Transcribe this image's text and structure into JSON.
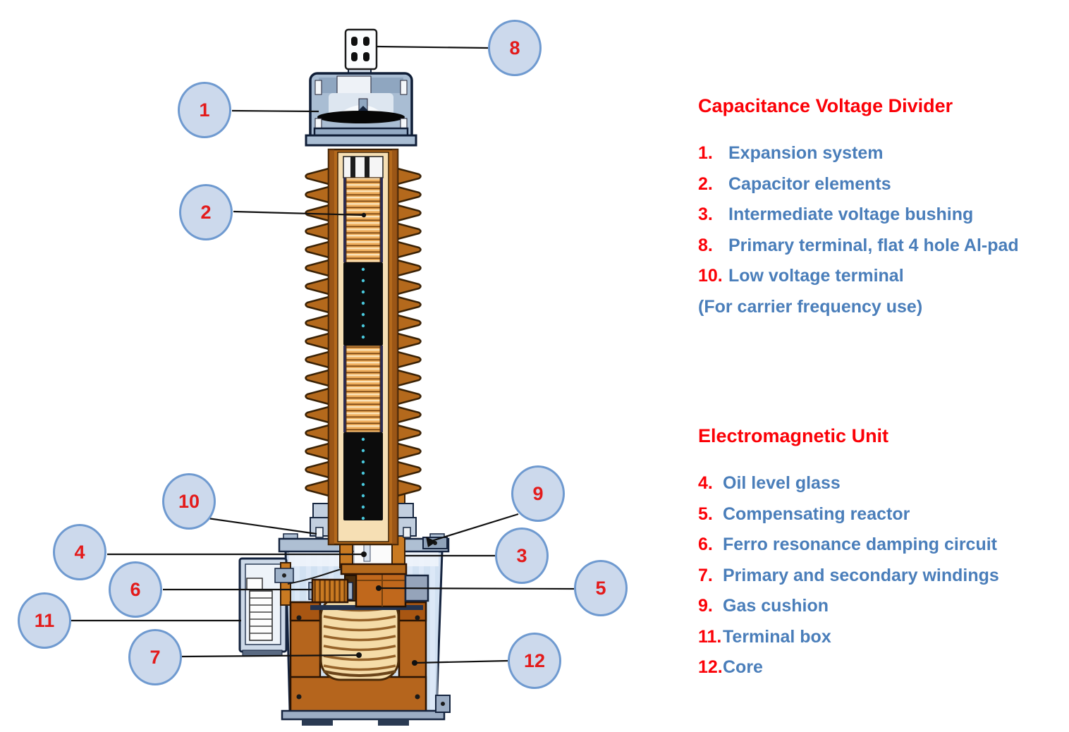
{
  "callouts": {
    "c1": "1",
    "c2": "2",
    "c3": "3",
    "c4": "4",
    "c5": "5",
    "c6": "6",
    "c7": "7",
    "c8": "8",
    "c9": "9",
    "c10": "10",
    "c11": "11",
    "c12": "12"
  },
  "legend": {
    "sections": [
      {
        "title": "Capacitance Voltage Divider",
        "items": [
          {
            "num": "1.",
            "text": "Expansion system"
          },
          {
            "num": "2.",
            "text": "Capacitor elements"
          },
          {
            "num": "3.",
            "text": "Intermediate voltage bushing"
          },
          {
            "num": "8.",
            "text": "Primary terminal, flat 4 hole Al-pad"
          },
          {
            "num": "10.",
            "text": "Low voltage terminal"
          }
        ],
        "note": "(For carrier frequency use)"
      },
      {
        "title": "Electromagnetic Unit",
        "items": [
          {
            "num": "4.",
            "text": "Oil level glass"
          },
          {
            "num": "5.",
            "text": "Compensating reactor"
          },
          {
            "num": "6.",
            "text": "Ferro resonance damping circuit"
          },
          {
            "num": "7.",
            "text": "Primary and secondary windings"
          },
          {
            "num": "9.",
            "text": "Gas cushion"
          },
          {
            "num": "11.",
            "text": "Terminal box"
          },
          {
            "num": "12.",
            "text": "Core"
          }
        ]
      }
    ]
  },
  "colors": {
    "heading_red": "#fb0107",
    "item_blue": "#4a7eba",
    "callout_fill": "#ccd9ec",
    "callout_border": "#6f9ad0",
    "callout_number_red": "#e31b1b",
    "insulator_orange": "#b4691c",
    "leader_line": "#111111"
  }
}
